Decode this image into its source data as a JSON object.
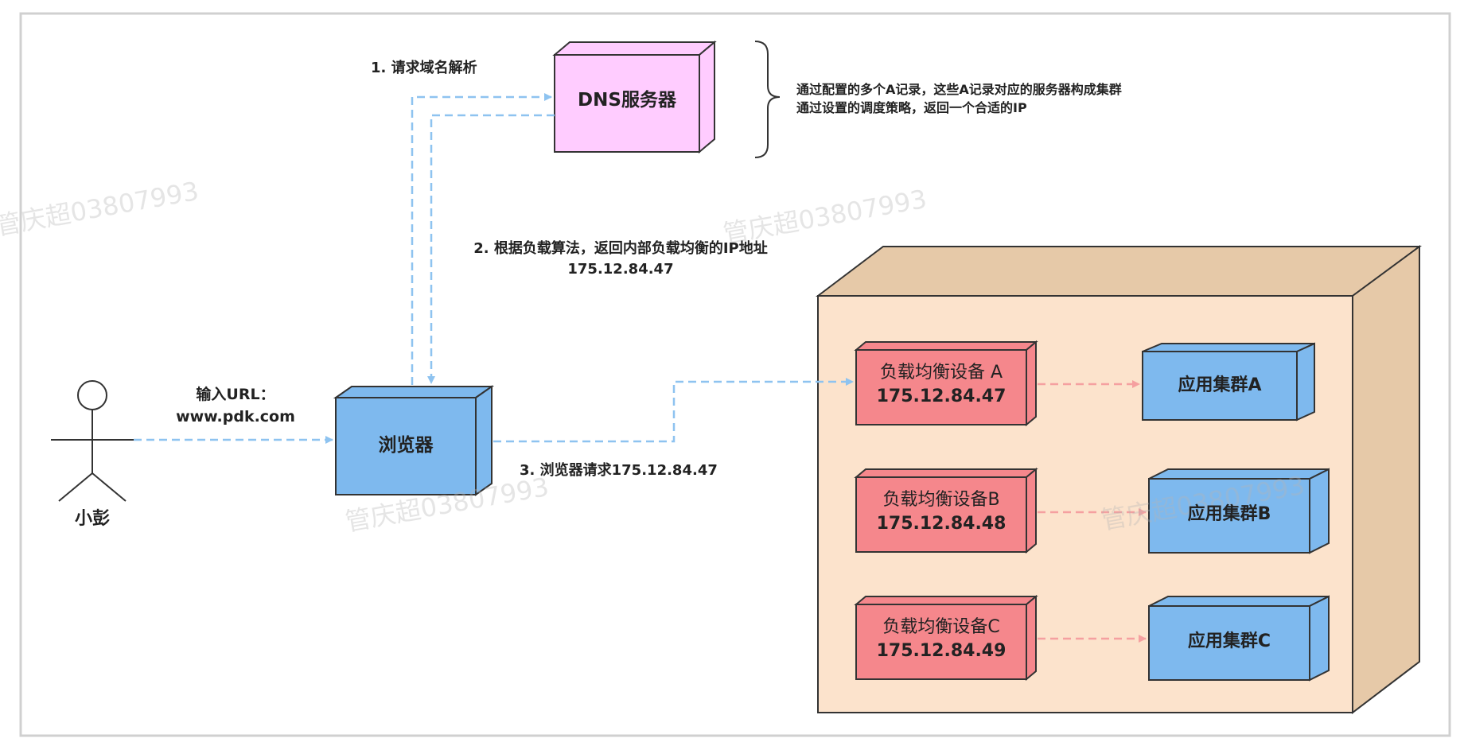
{
  "colors": {
    "dns_fill": "#FFCCFF",
    "blue_fill": "#7EB9EE",
    "red_fill": "#F5878C",
    "container_fill": "#FCE3CC",
    "container_side": "#E6C9A8",
    "arrow_blue": "#8EC3F0",
    "arrow_red": "#F5A0A0",
    "stroke": "#333333"
  },
  "icons": {
    "user": "stick-figure-icon"
  },
  "nodes": {
    "dns": "DNS服务器",
    "browser": "浏览器",
    "user": "小彭",
    "lb_a": {
      "name": "负载均衡设备 A",
      "ip": "175.12.84.47"
    },
    "lb_b": {
      "name": "负载均衡设备B",
      "ip": "175.12.84.48"
    },
    "lb_c": {
      "name": "负载均衡设备C",
      "ip": "175.12.84.49"
    },
    "app_a": "应用集群A",
    "app_b": "应用集群B",
    "app_c": "应用集群C"
  },
  "edges": {
    "step1": "1. 请求域名解析",
    "step2_line1": "2. 根据负载算法，返回内部负载均衡的IP地址",
    "step2_line2": "175.12.84.47",
    "step3": "3. 浏览器请求175.12.84.47",
    "input_line1": "输入URL：",
    "input_line2": "www.pdk.com"
  },
  "notes": {
    "line1": "通过配置的多个A记录，这些A记录对应的服务器构成集群",
    "line2": "通过设置的调度策略，返回一个合适的IP"
  },
  "watermark": "管庆超03807993"
}
